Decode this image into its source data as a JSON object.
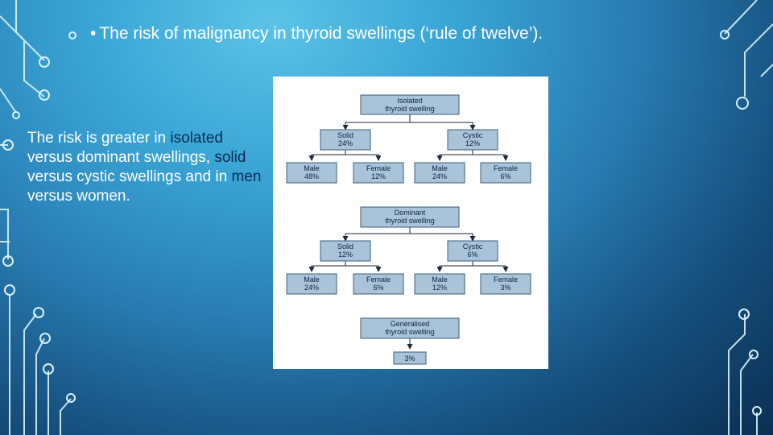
{
  "slide": {
    "title": "The risk of malignancy in thyroid swellings (‘rule of twelve’).",
    "body": {
      "p1": "The risk is greater in ",
      "h1": "isolated",
      "p2": " versus dominant swellings, ",
      "h2": "solid",
      "p3": " versus cystic swellings and in ",
      "h3": "men",
      "p4": " versus women."
    }
  },
  "diagram": {
    "isolated": {
      "line1": "Isolated",
      "line2": "thyroid swelling"
    },
    "iso_solid": {
      "line1": "Solid",
      "line2": "24%"
    },
    "iso_cystic": {
      "line1": "Cystic",
      "line2": "12%"
    },
    "iso_solid_male": {
      "line1": "Male",
      "line2": "48%"
    },
    "iso_solid_female": {
      "line1": "Female",
      "line2": "12%"
    },
    "iso_cystic_male": {
      "line1": "Male",
      "line2": "24%"
    },
    "iso_cystic_female": {
      "line1": "Female",
      "line2": "6%"
    },
    "dominant": {
      "line1": "Dominant",
      "line2": "thyroid swelling"
    },
    "dom_solid": {
      "line1": "Solid",
      "line2": "12%"
    },
    "dom_cystic": {
      "line1": "Cystic",
      "line2": "6%"
    },
    "dom_solid_male": {
      "line1": "Male",
      "line2": "24%"
    },
    "dom_solid_female": {
      "line1": "Female",
      "line2": "6%"
    },
    "dom_cystic_male": {
      "line1": "Male",
      "line2": "12%"
    },
    "dom_cystic_female": {
      "line1": "Female",
      "line2": "3%"
    },
    "generalised": {
      "line1": "Generalised",
      "line2": "thyroid swelling"
    },
    "gen_result": {
      "line1": "3%"
    }
  }
}
